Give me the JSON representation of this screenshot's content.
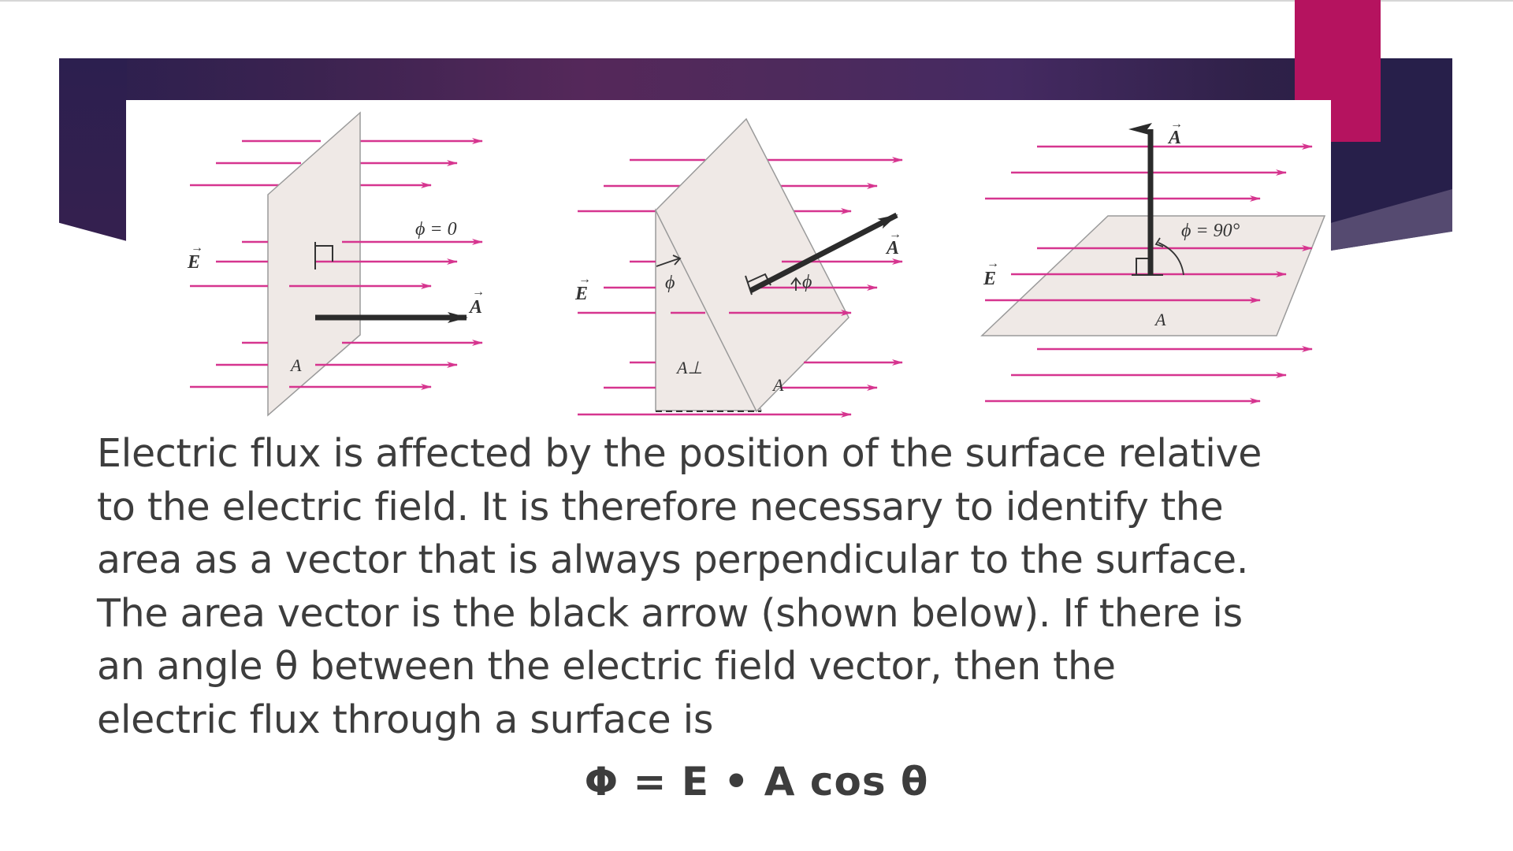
{
  "slide": {
    "colors": {
      "band_dark": "#2a1f4e",
      "band_mid": "#55285a",
      "accent_pink": "#b5135f",
      "field_line": "#d6358f",
      "surface_fill": "#efe9e6",
      "text": "#3d3d3d"
    },
    "figures": [
      {
        "id": "parallel",
        "field_label": "E",
        "area_vector_label": "A",
        "surface_label": "A",
        "angle_label": "ϕ = 0"
      },
      {
        "id": "tilted",
        "field_label": "E",
        "area_vector_label": "A",
        "surface_label": "A",
        "projected_label": "A⊥",
        "angle_label": "ϕ",
        "angle_label_2": "ϕ"
      },
      {
        "id": "perpendicular",
        "field_label": "E",
        "area_vector_label": "A",
        "surface_label": "A",
        "angle_label": "ϕ = 90°"
      }
    ],
    "body_lines": [
      "Electric flux is affected by the position of the surface relative",
      "to the electric field. It is therefore necessary to identify the",
      "area as a vector that is always perpendicular to the surface.",
      "The area vector is the black arrow (shown below). If there is",
      "an angle θ between the electric field vector, then the",
      "electric flux through a surface is"
    ],
    "formula": "Φ = E • A cos θ"
  }
}
